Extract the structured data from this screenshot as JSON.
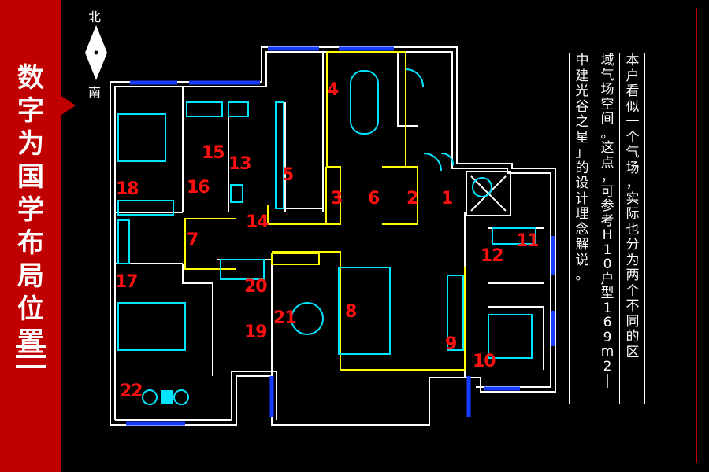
{
  "sidebar": {
    "title_chars": [
      "数",
      "字",
      "为",
      "国",
      "学",
      "布",
      "局",
      "位",
      "置"
    ]
  },
  "compass": {
    "north": "北",
    "south": "南"
  },
  "rooms": {
    "r1": "1",
    "r2": "2",
    "r3": "3",
    "r4": "4",
    "r5": "5",
    "r6": "6",
    "r7": "7",
    "r8": "8",
    "r9": "9",
    "r10": "10",
    "r11": "11",
    "r12": "12",
    "r13": "13",
    "r14": "14",
    "r15": "15",
    "r16": "16",
    "r17": "17",
    "r18": "18",
    "r19": "19",
    "r20": "20",
    "r21": "21",
    "r22": "22"
  },
  "description": {
    "col1": [
      "本",
      "户",
      "看",
      "似",
      "一",
      "个",
      "气",
      "场",
      "，",
      "实",
      "际",
      "也",
      "分",
      "为",
      "两",
      "个",
      "不",
      "同",
      "的",
      "区"
    ],
    "col2": [
      "域",
      "气",
      "场",
      "空",
      "间",
      "。",
      "这",
      "点",
      "，",
      "可",
      "参",
      "考",
      "H",
      "1",
      "0",
      "户",
      "型",
      " ",
      "1",
      "6",
      "9",
      "m",
      "2",
      "|"
    ],
    "col3": [
      "中",
      "建",
      "光",
      "谷",
      "之",
      "星",
      "」",
      "的",
      "设",
      "计",
      "理",
      "念",
      "解",
      "说",
      "。"
    ]
  },
  "colors": {
    "accent": "#c00000",
    "room_number": "#ff1010",
    "wall": "#ffffff",
    "window": "#1a3cff",
    "zone": "#ffff00",
    "furniture": "#00e5ff"
  }
}
